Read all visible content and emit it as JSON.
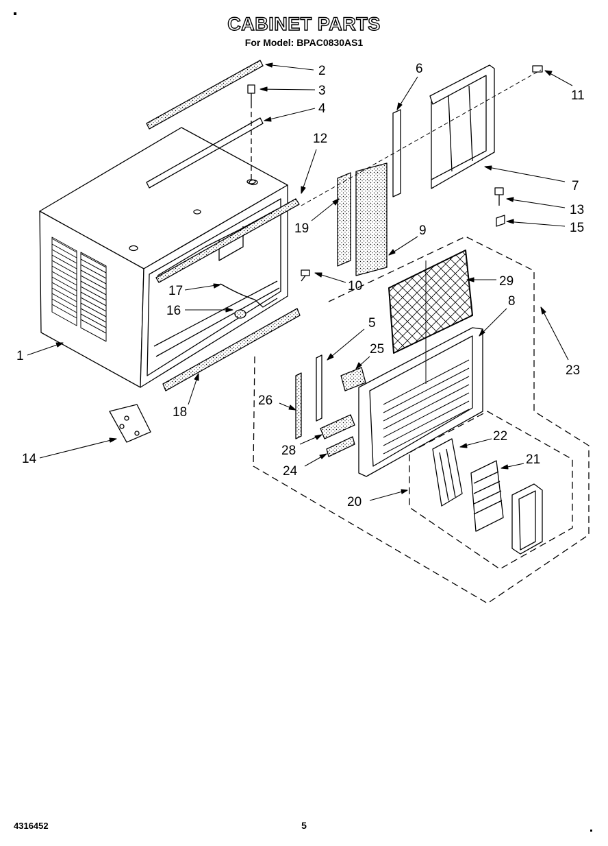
{
  "header": {
    "title": "CABINET PARTS",
    "subtitle": "For Model: BPAC0830AS1"
  },
  "footer": {
    "doc_number": "4316452",
    "page_number": "5"
  },
  "callouts": [
    "1",
    "2",
    "3",
    "4",
    "5",
    "6",
    "7",
    "8",
    "9",
    "10",
    "11",
    "12",
    "13",
    "14",
    "15",
    "16",
    "17",
    "18",
    "19",
    "20",
    "21",
    "22",
    "23",
    "24",
    "25",
    "26",
    "28",
    "29"
  ]
}
